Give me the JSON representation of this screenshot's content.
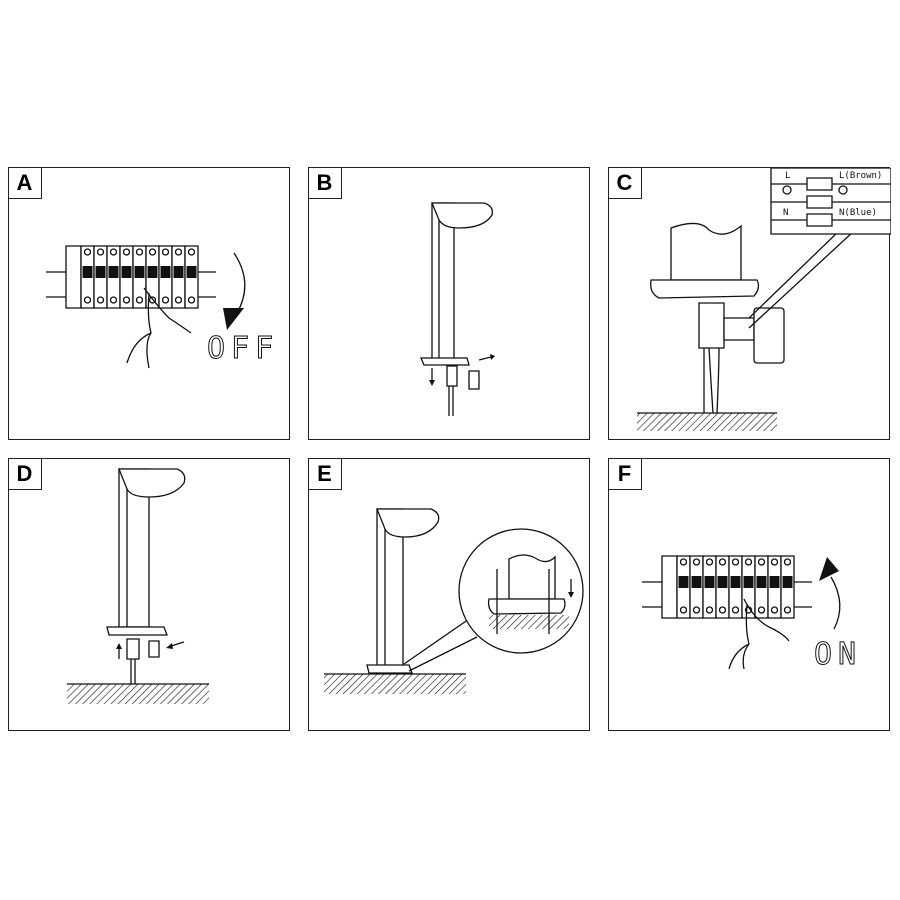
{
  "panels": [
    {
      "label": "A",
      "caption": "OFF"
    },
    {
      "label": "B"
    },
    {
      "label": "C",
      "wiring": {
        "live_left": "L",
        "live_right": "L(Brown)",
        "neutral_left": "N",
        "neutral_right": "N(Blue)"
      }
    },
    {
      "label": "D"
    },
    {
      "label": "E"
    },
    {
      "label": "F",
      "caption": "ON"
    }
  ]
}
